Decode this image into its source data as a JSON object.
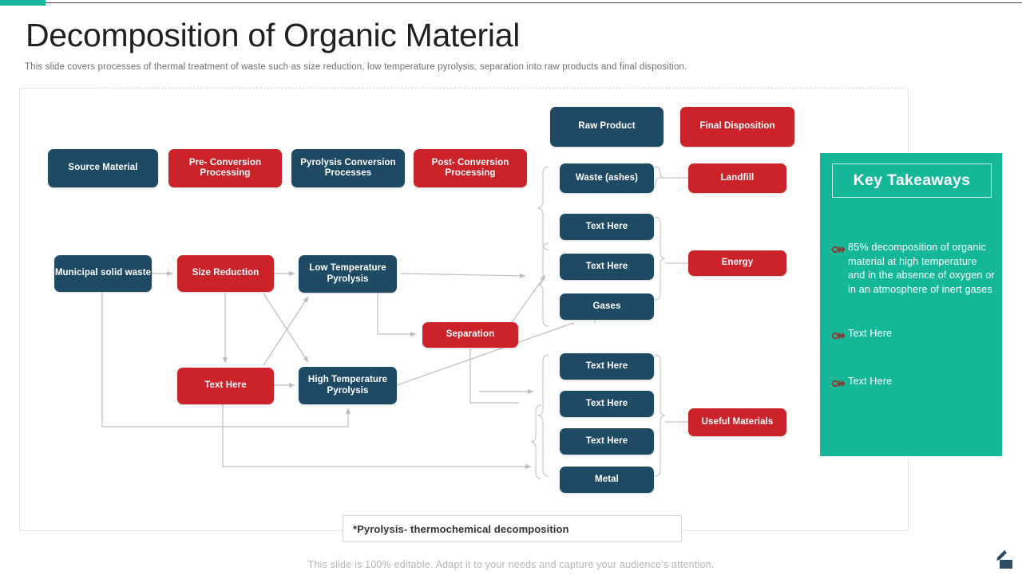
{
  "header": {
    "title": "Decomposition of Organic Material",
    "subtitle": "This slide covers processes of thermal treatment of waste such as size reduction, low temperature pyrolysis, separation into raw products and final disposition."
  },
  "colors": {
    "teal_accent": "#16b79e",
    "navy": "#1f4a63",
    "red": "#cc2229",
    "takeaway_panel": "#14b899",
    "bullet": "#9e2a26",
    "connector": "#bdbdbd"
  },
  "stage_row": [
    {
      "label": "Source Material",
      "style": "navy"
    },
    {
      "label": "Pre- Conversion Processing",
      "style": "red"
    },
    {
      "label": "Pyrolysis Conversion Processes",
      "style": "navy"
    },
    {
      "label": "Post- Conversion Processing",
      "style": "red"
    }
  ],
  "flow_nodes": {
    "municipal": "Municipal solid waste",
    "size_reduction": "Size Reduction",
    "low_temp": "Low Temperature Pyrolysis",
    "text_here_left": "Text Here",
    "high_temp": "High Temperature Pyrolysis",
    "separation": "Separation"
  },
  "outputs_upper": [
    {
      "label": "Raw Product",
      "style": "navy"
    },
    {
      "label": "Waste (ashes)",
      "style": "navy"
    },
    {
      "label": "Text Here",
      "style": "navy"
    },
    {
      "label": "Text Here",
      "style": "navy"
    },
    {
      "label": "Gases",
      "style": "navy"
    }
  ],
  "outputs_lower": [
    {
      "label": "Text Here",
      "style": "navy"
    },
    {
      "label": "Text Here",
      "style": "navy"
    },
    {
      "label": "Text Here",
      "style": "navy"
    },
    {
      "label": "Metal",
      "style": "navy"
    }
  ],
  "dispositions": [
    {
      "label": "Final Disposition",
      "style": "red"
    },
    {
      "label": "Landfill",
      "style": "red"
    },
    {
      "label": "Energy",
      "style": "red"
    },
    {
      "label": "Useful Materials",
      "style": "red"
    }
  ],
  "key_takeaways": {
    "title": "Key Takeaways",
    "items": [
      "85% decomposition of organic material at high temperature and in the absence of oxygen or in an atmosphere of inert gases",
      "Text Here",
      "Text Here"
    ]
  },
  "footnote": "*Pyrolysis- thermochemical decomposition",
  "editable_note": "This slide is 100% editable. Adapt it to your needs and capture your audience's attention.",
  "icons": {
    "bullet": "double-chevron-bullet-icon",
    "corner": "pen-edit-icon"
  }
}
